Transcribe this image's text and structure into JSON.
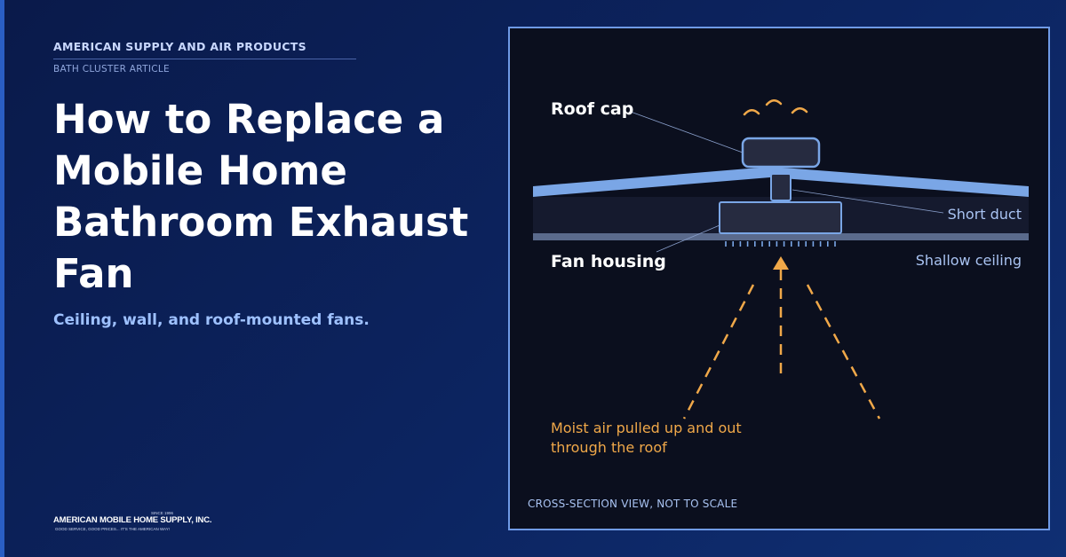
{
  "header": {
    "brand": "AMERICAN SUPPLY AND AIR PRODUCTS",
    "eyebrow": "BATH CLUSTER ARTICLE"
  },
  "hero": {
    "title": "How to Replace a Mobile Home Bathroom Exhaust Fan",
    "subtitle": "Ceiling, wall, and roof-mounted fans."
  },
  "logo": {
    "since": "SINCE 1996",
    "name": "AMERICAN MOBILE HOME SUPPLY, INC.",
    "tagline": "GOOD SERVICE, GOOD PRICES... IT'S THE AMERICAN WAY!"
  },
  "diagram": {
    "labels": {
      "roof_cap": "Roof cap",
      "fan_housing": "Fan housing",
      "short_duct": "Short duct",
      "shallow_ceiling": "Shallow ceiling",
      "airflow": "Moist air pulled up and out through the roof"
    },
    "caption": "CROSS-SECTION VIEW, NOT TO SCALE",
    "colors": {
      "roof": "#7aa6e6",
      "outline": "#7aa6e6",
      "ceiling": "#5a6a8c",
      "cavity": "#151a2e",
      "part_fill": "#262b40",
      "airflow": "#f0a849",
      "leader": "#8aa0cc"
    }
  }
}
